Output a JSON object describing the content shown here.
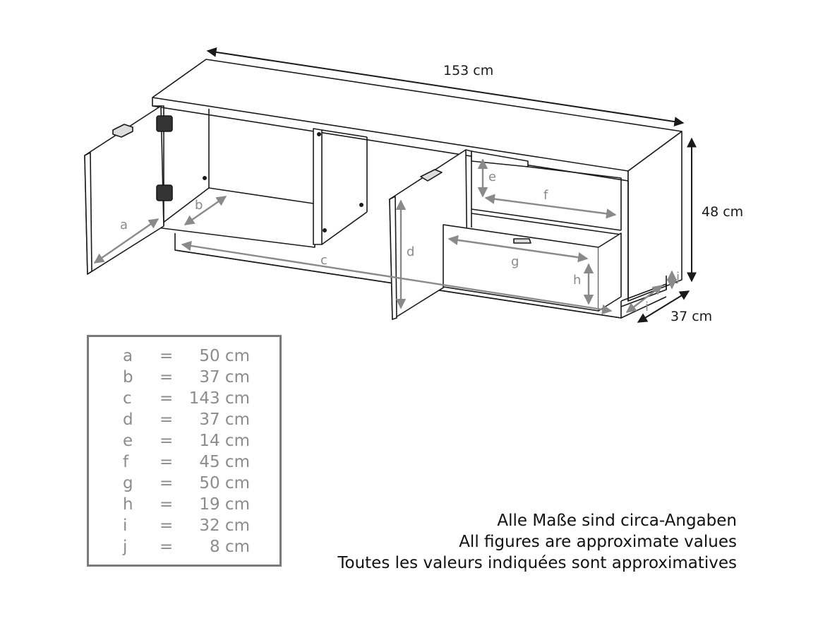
{
  "dimensions": {
    "width": "153 cm",
    "height": "48 cm",
    "depth": "37 cm"
  },
  "part_labels": [
    "a",
    "b",
    "c",
    "d",
    "e",
    "f",
    "g",
    "h",
    "i",
    "j"
  ],
  "legend": [
    {
      "key": "a",
      "eq": "=",
      "value": "50 cm"
    },
    {
      "key": "b",
      "eq": "=",
      "value": "37 cm"
    },
    {
      "key": "c",
      "eq": "=",
      "value": "143 cm"
    },
    {
      "key": "d",
      "eq": "=",
      "value": "37 cm"
    },
    {
      "key": "e",
      "eq": "=",
      "value": "14 cm"
    },
    {
      "key": "f",
      "eq": "=",
      "value": "45 cm"
    },
    {
      "key": "g",
      "eq": "=",
      "value": "50 cm"
    },
    {
      "key": "h",
      "eq": "=",
      "value": "19 cm"
    },
    {
      "key": "i",
      "eq": "=",
      "value": "32 cm"
    },
    {
      "key": "j",
      "eq": "=",
      "value": "8 cm"
    }
  ],
  "notes": [
    "Alle Maße sind circa-Angaben",
    "All figures are approximate values",
    "Toutes les valeurs indiquées sont approximatives"
  ],
  "colors": {
    "outline": "#1a1a1a",
    "dimension_arrow": "#8a8a8a",
    "legend_text": "#8c8c8c",
    "legend_border": "#7a7a7a"
  }
}
